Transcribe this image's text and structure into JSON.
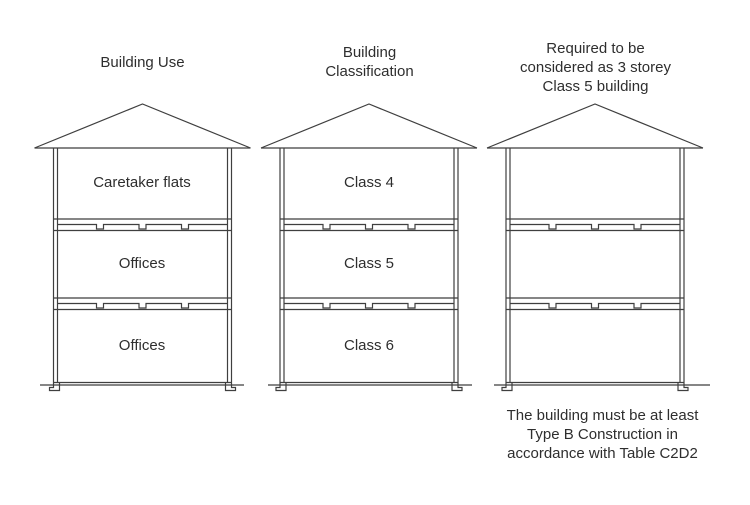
{
  "page": {
    "background": "#ffffff",
    "line_color": "#3f3f3f",
    "text_color": "#2e2e2e"
  },
  "buildings": [
    {
      "name": "building-use",
      "caption_lines": [
        "Building Use"
      ],
      "floors": [
        "Caretaker flats",
        "Offices",
        "Offices"
      ]
    },
    {
      "name": "building-classification",
      "caption_lines": [
        "Building",
        "Classification"
      ],
      "floors": [
        "Class 4",
        "Class 5",
        "Class 6"
      ]
    },
    {
      "name": "required-to-be-considered",
      "caption_lines": [
        "Required to be",
        "considered as 3 storey",
        "Class 5 building"
      ],
      "floors": [
        "",
        "",
        ""
      ]
    }
  ],
  "footnote_lines": [
    "The building must be at least",
    "Type B Construction in",
    "accordance with Table C2D2"
  ]
}
